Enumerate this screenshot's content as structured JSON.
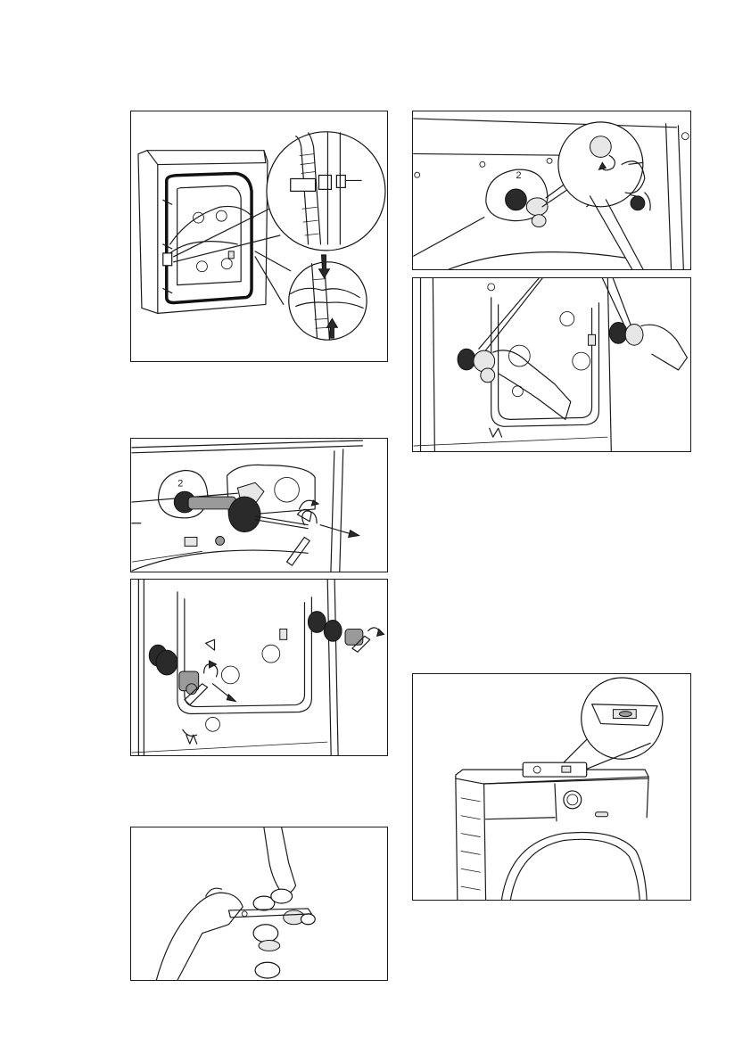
{
  "figures": [
    {
      "id": "fig-hose-clip",
      "description_icon": "remove-hose-from-clips-illustration"
    },
    {
      "id": "fig-remove-bolts-top",
      "description_icon": "unscrew-transport-bolts-illustration"
    },
    {
      "id": "fig-remove-bolts-back",
      "description_icon": "remove-transport-bolts-back-illustration"
    },
    {
      "id": "fig-spacers",
      "description_icon": "remove-plastic-spacers-illustration"
    },
    {
      "id": "fig-caps-top",
      "description_icon": "insert-plastic-caps-closeup-illustration"
    },
    {
      "id": "fig-caps-back",
      "description_icon": "insert-plastic-caps-back-illustration"
    },
    {
      "id": "fig-level",
      "description_icon": "spirit-level-on-appliance-illustration"
    }
  ],
  "labels": {
    "bolt_number_1": "2",
    "bolt_number_2": "2",
    "bolt_number_3": "2"
  }
}
